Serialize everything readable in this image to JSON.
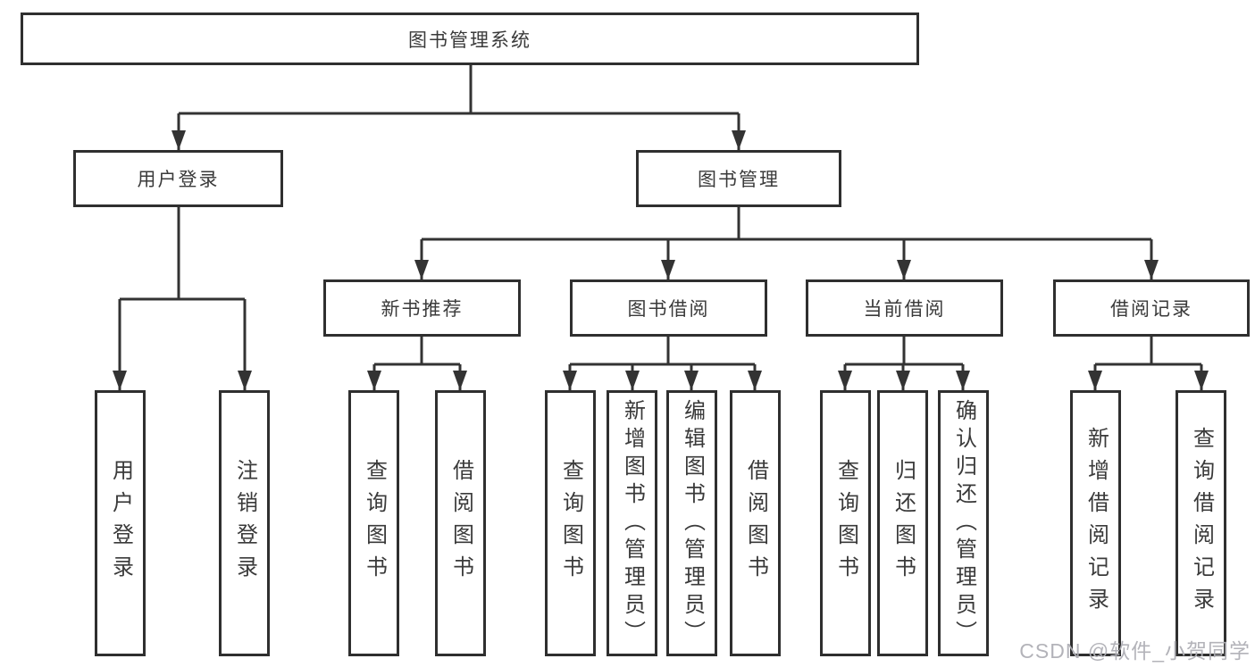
{
  "diagram": {
    "title_node": {
      "label": "图书管理系统"
    },
    "level2": [
      {
        "label": "用户登录"
      },
      {
        "label": "图书管理"
      }
    ],
    "level3": [
      {
        "label": "新书推荐"
      },
      {
        "label": "图书借阅"
      },
      {
        "label": "当前借阅"
      },
      {
        "label": "借阅记录"
      }
    ],
    "leaf_groups": [
      {
        "parent": "用户登录",
        "items": [
          "用户登录",
          "注销登录"
        ]
      },
      {
        "parent": "新书推荐",
        "items": [
          "查询图书",
          "借阅图书"
        ]
      },
      {
        "parent": "图书借阅",
        "items": [
          "查询图书",
          "新增图书（管理员）",
          "编辑图书（管理员）",
          "借阅图书"
        ]
      },
      {
        "parent": "当前借阅",
        "items": [
          "查询图书",
          "归还图书",
          "确认归还（管理员）"
        ]
      },
      {
        "parent": "借阅记录",
        "items": [
          "新增借阅记录",
          "查询借阅记录"
        ]
      }
    ],
    "colors": {
      "line": "#333333",
      "box_border": "#2f2f2f",
      "text": "#3a3a3a",
      "background": "#ffffff",
      "watermark": "#afafb5"
    }
  },
  "watermark": {
    "text": "CSDN @软件_小贺同学"
  }
}
